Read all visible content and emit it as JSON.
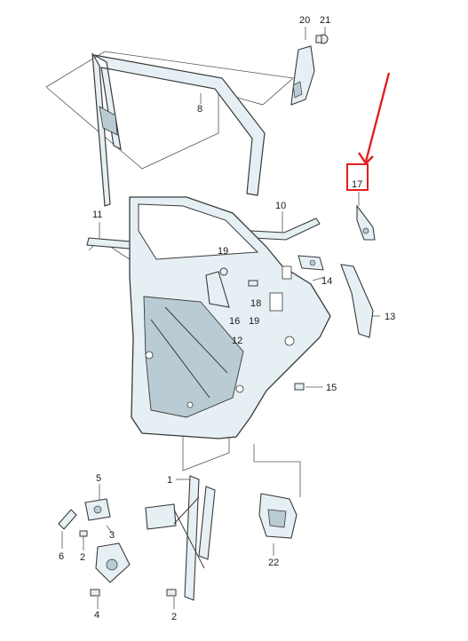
{
  "diagram": {
    "callouts": [
      "20",
      "21",
      "8",
      "17",
      "11",
      "10",
      "19",
      "14",
      "18",
      "16",
      "19",
      "12",
      "13",
      "15",
      "1",
      "5",
      "3",
      "6",
      "2",
      "2",
      "4",
      "22"
    ],
    "highlighted_part": "17",
    "colors": {
      "line": "#3a3a3a",
      "fill": "#e6f0f4",
      "shade": "#b9cbd3",
      "leader": "#555555",
      "arrow": "#e02020"
    }
  }
}
